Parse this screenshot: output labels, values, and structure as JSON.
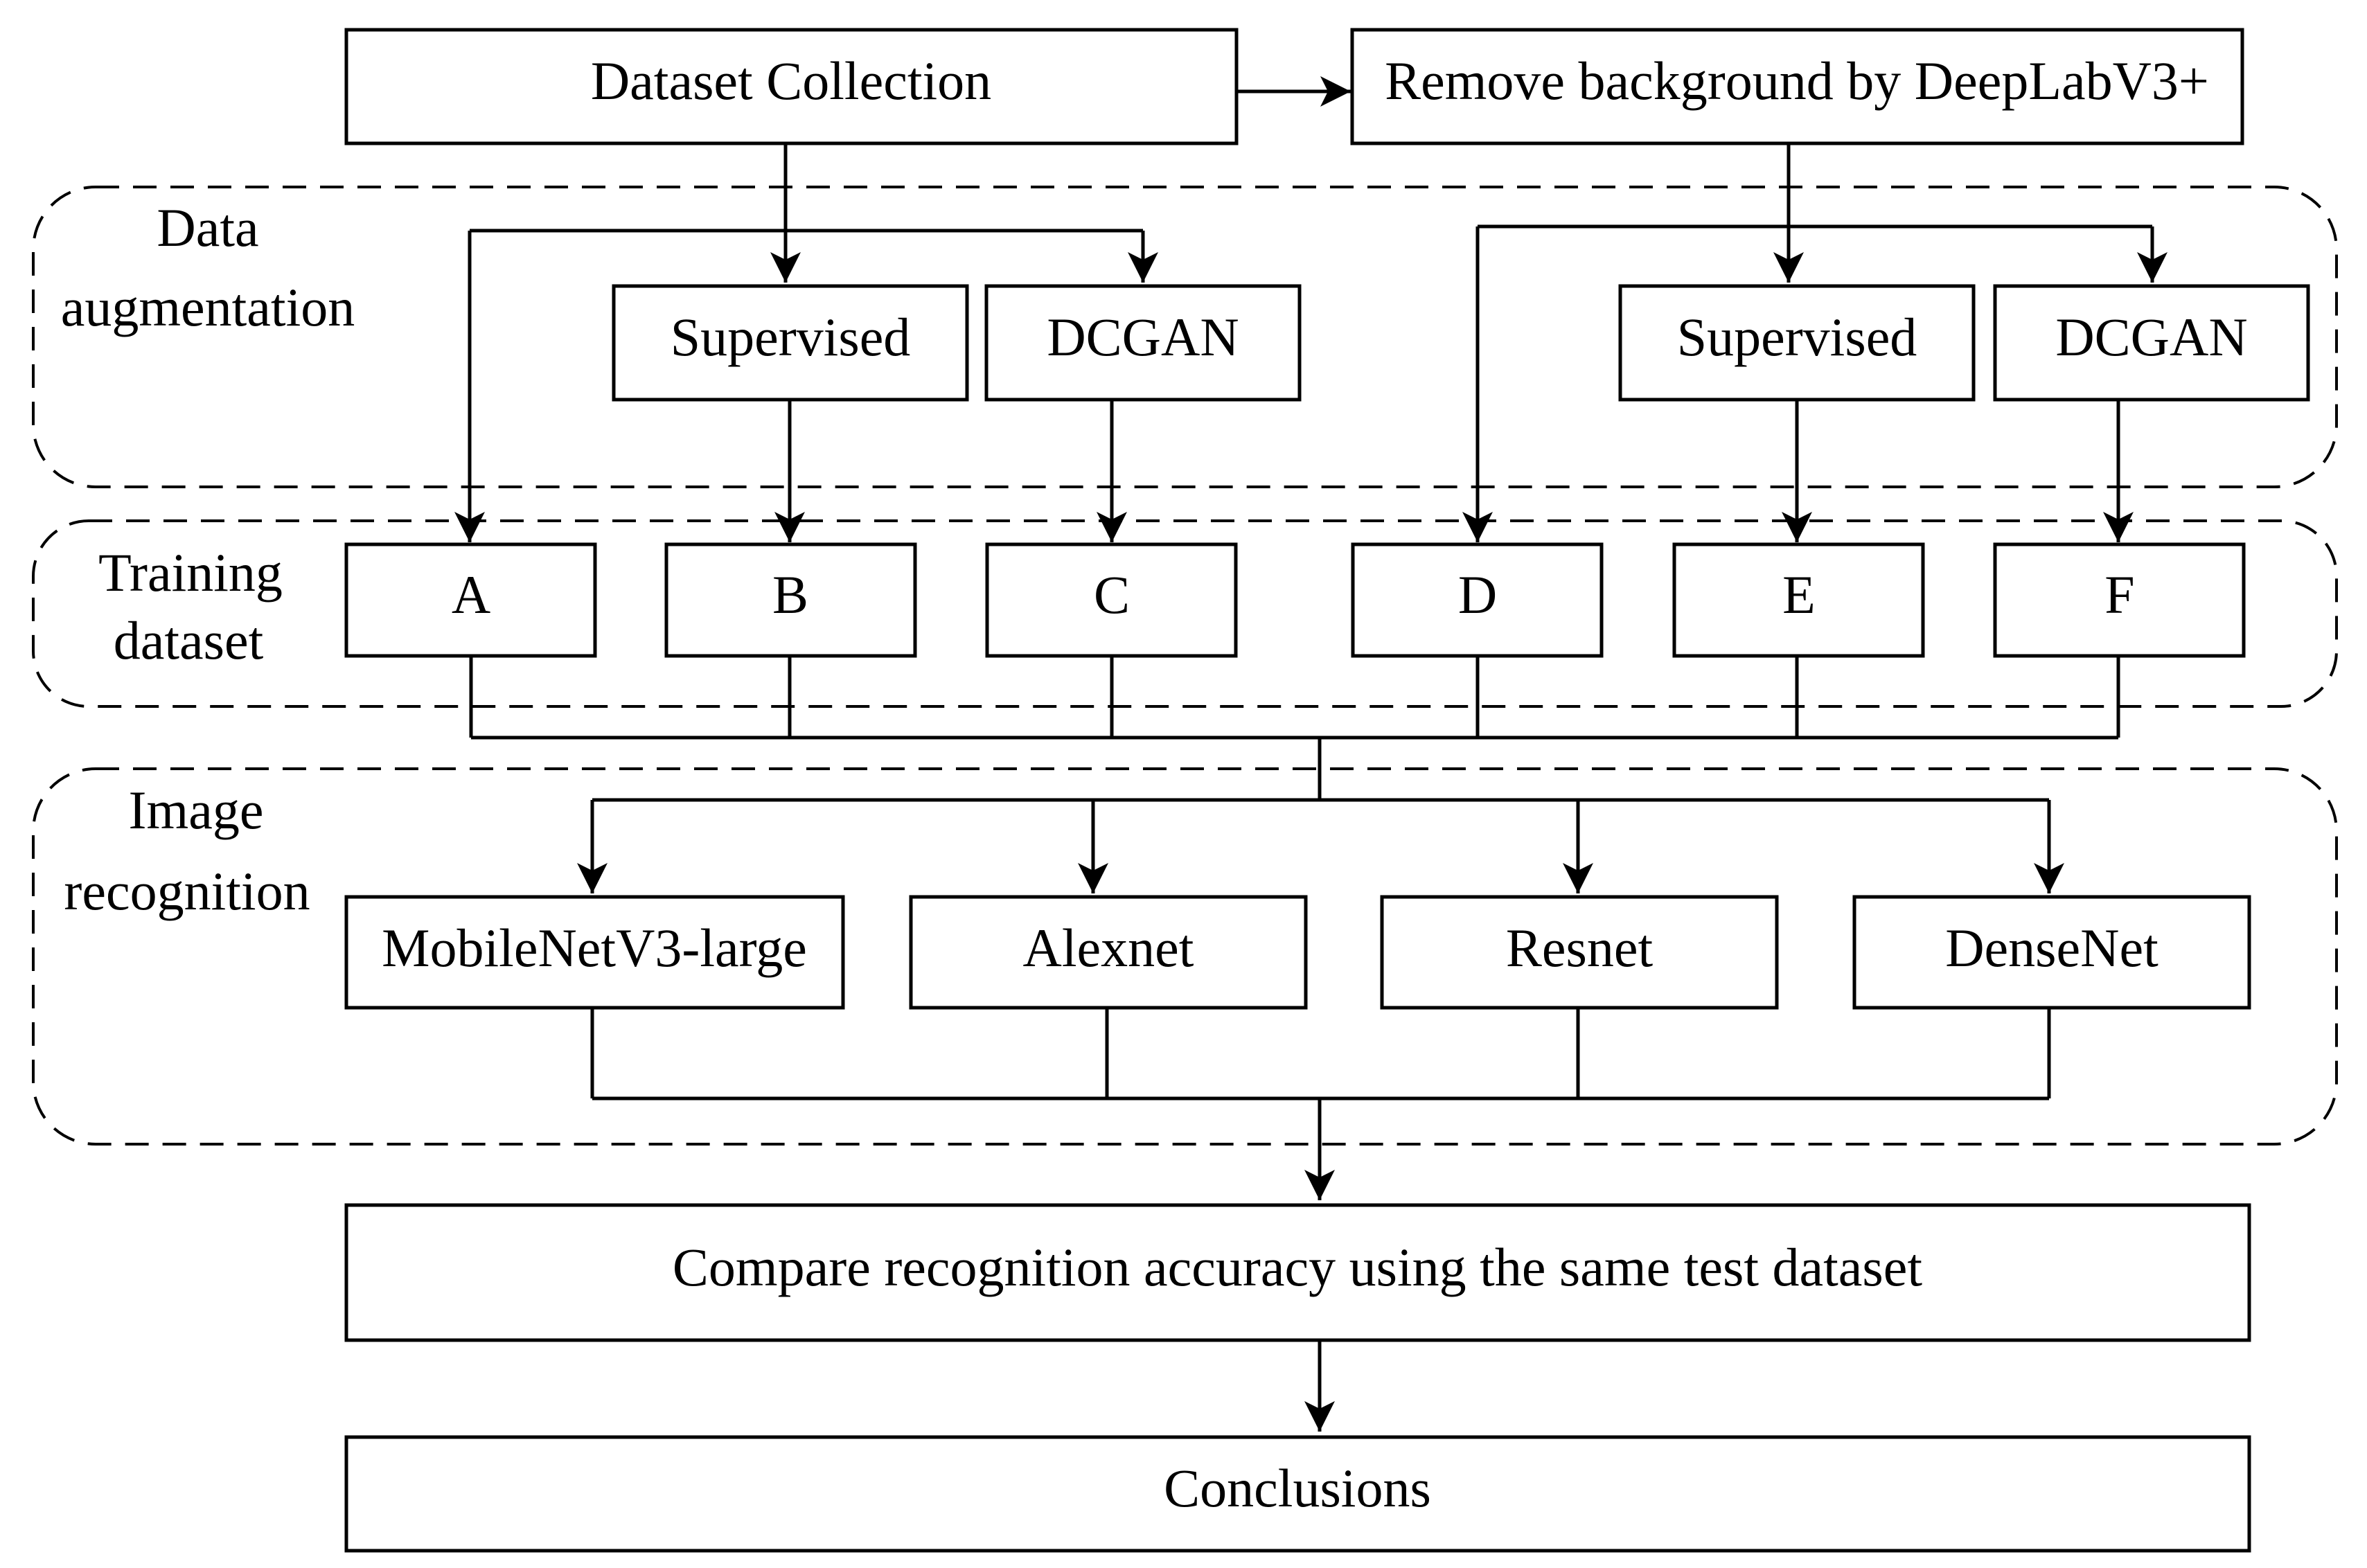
{
  "top": {
    "dataset_collection": "Dataset Collection",
    "remove_background": "Remove background by DeepLabV3+"
  },
  "augmentation": {
    "label_line1": "Data",
    "label_line2": "augmentation",
    "supervised_left": "Supervised",
    "dcgan_left": "DCGAN",
    "supervised_right": "Supervised",
    "dcgan_right": "DCGAN"
  },
  "training": {
    "label_line1": "Training",
    "label_line2": "dataset",
    "sets": [
      "A",
      "B",
      "C",
      "D",
      "E",
      "F"
    ]
  },
  "recognition": {
    "label_line1": "Image",
    "label_line2": "recognition",
    "models": [
      "MobileNetV3-large",
      "Alexnet",
      "Resnet",
      "DenseNet"
    ]
  },
  "compare": "Compare recognition accuracy using the same test dataset",
  "conclusions": "Conclusions"
}
